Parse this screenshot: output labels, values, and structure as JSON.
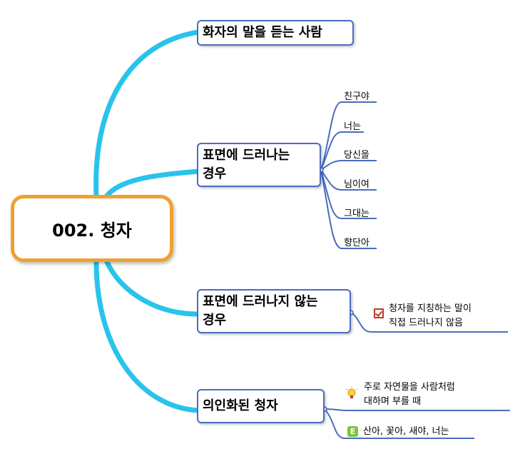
{
  "root": {
    "label": "002. 청자"
  },
  "branches": [
    {
      "id": "b1",
      "label": "화자의 말을 듣는 사람"
    },
    {
      "id": "b2",
      "label_line1": "표면에 드러나는",
      "label_line2": "경우",
      "leaves": [
        "친구야",
        "너는",
        "당신을",
        "님이여",
        "그대는",
        "향단아"
      ]
    },
    {
      "id": "b3",
      "label_line1": "표면에 드러나지 않는",
      "label_line2": "경우",
      "note_line1": "청자를 지칭하는 말이",
      "note_line2": "직접 드러나지 않음",
      "note_icon": "checkbox-icon"
    },
    {
      "id": "b4",
      "label": "의인화된 청자",
      "note1_line1": "주로 자연물을 사람처럼",
      "note1_line2": "대하며 부를 때",
      "note1_icon": "lightbulb-icon",
      "note2": "산아, 꽃아, 새야, 너는",
      "note2_icon": "e-badge-icon",
      "note2_badge": "E"
    }
  ],
  "colors": {
    "connector": "#29c3ec",
    "root_border": "#f0a030",
    "branch_border": "#4a6cc0",
    "leaf_line": "#4a6cc0"
  }
}
